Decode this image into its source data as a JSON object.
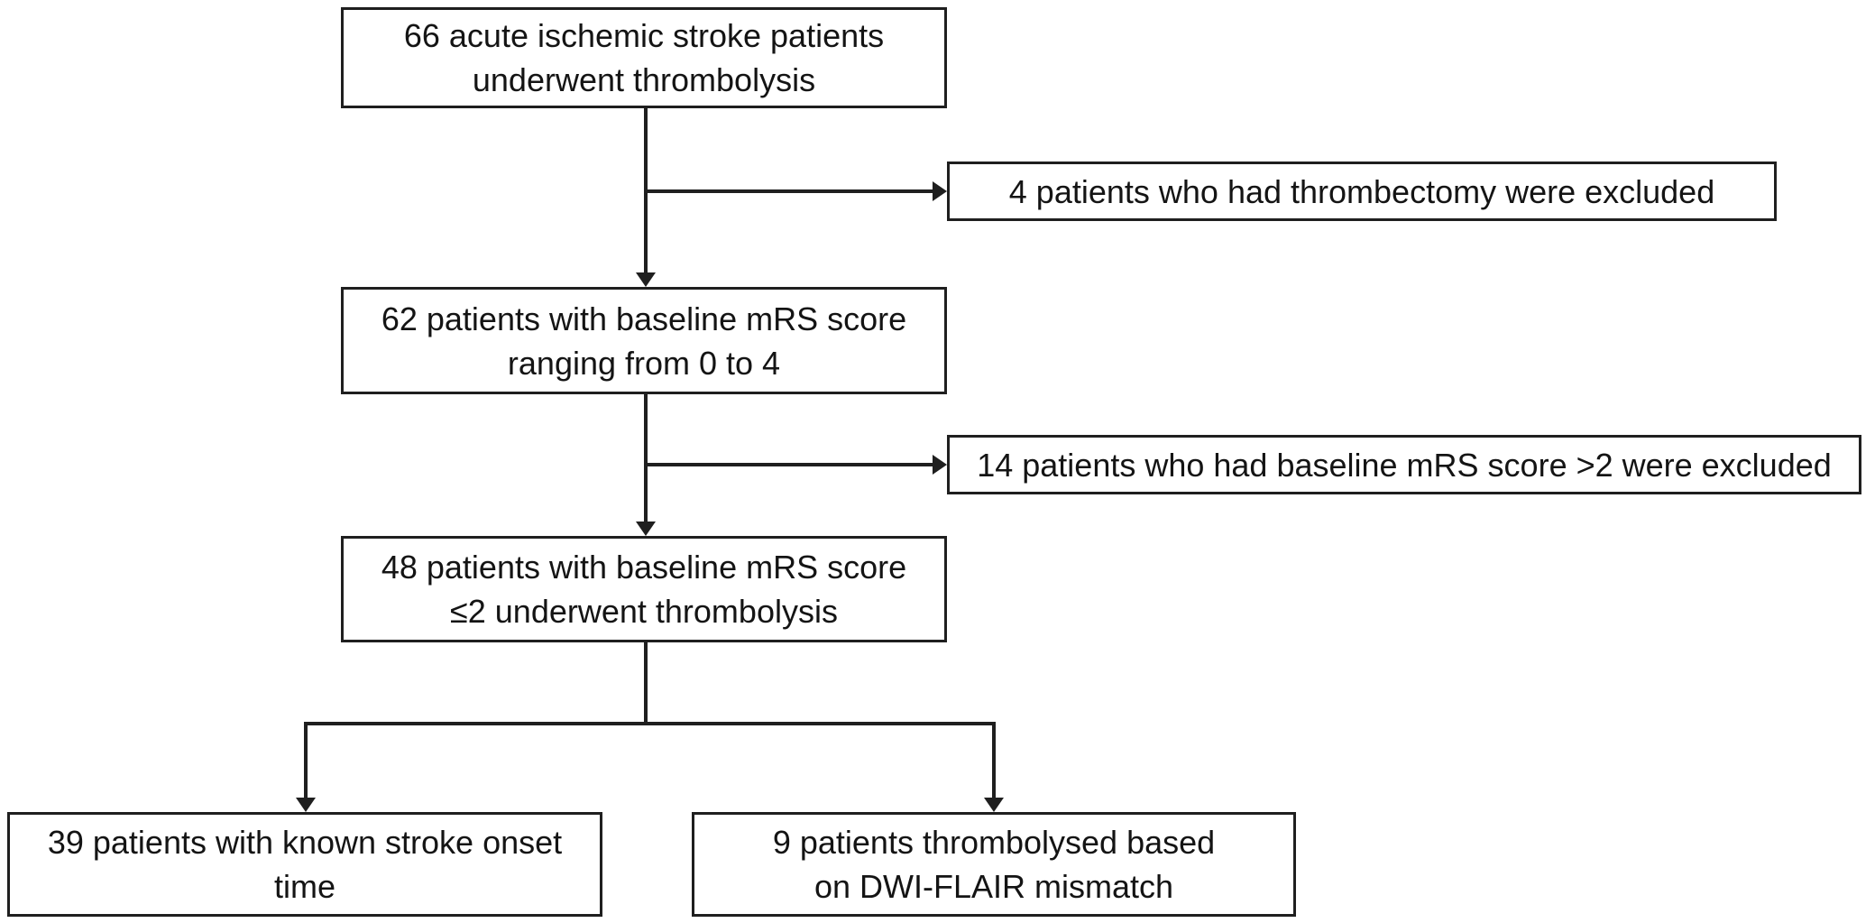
{
  "diagram": {
    "kind": "patient-flow-diagram",
    "colors": {
      "background": "#ffffff",
      "line": "#1f1f1f",
      "text": "#141414"
    },
    "nodes": {
      "enrolled": {
        "text": "66 acute ischemic stroke patients\nunderwent thrombolysis"
      },
      "excluded_thrombectomy": {
        "text": "4 patients who had thrombectomy were excluded"
      },
      "baseline_mrs_0_to_4": {
        "text": "62 patients with baseline mRS score\nranging from 0 to 4"
      },
      "excluded_mrs_above_2": {
        "text": "14 patients who had baseline mRS score >2 were excluded"
      },
      "baseline_mrs_le_2": {
        "text": "48 patients with baseline mRS score\n≤2 underwent thrombolysis"
      },
      "known_onset_time": {
        "text": "39 patients with known stroke onset\ntime"
      },
      "dwi_flair_mismatch": {
        "text": "9 patients thrombolysed based\non DWI-FLAIR mismatch"
      }
    },
    "edges": [
      {
        "from": "enrolled",
        "to": "excluded_thrombectomy",
        "type": "exclusion"
      },
      {
        "from": "enrolled",
        "to": "baseline_mrs_0_to_4",
        "type": "flow"
      },
      {
        "from": "baseline_mrs_0_to_4",
        "to": "excluded_mrs_above_2",
        "type": "exclusion"
      },
      {
        "from": "baseline_mrs_0_to_4",
        "to": "baseline_mrs_le_2",
        "type": "flow"
      },
      {
        "from": "baseline_mrs_le_2",
        "to": "known_onset_time",
        "type": "flow"
      },
      {
        "from": "baseline_mrs_le_2",
        "to": "dwi_flair_mismatch",
        "type": "flow"
      }
    ]
  }
}
